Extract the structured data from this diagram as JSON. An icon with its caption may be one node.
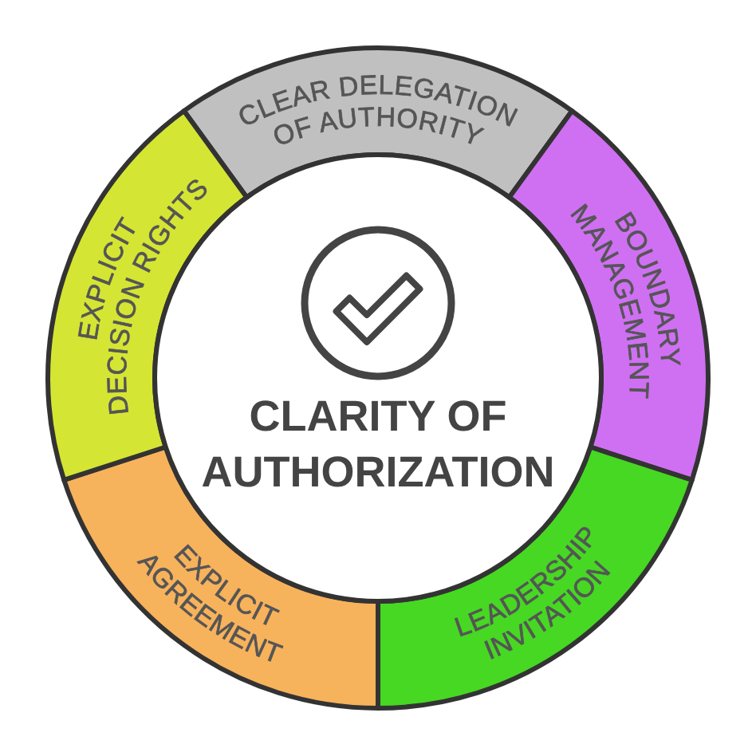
{
  "diagram": {
    "nodes": [
      {
        "text": [
          "CLEAR DELEGATION OF AUTHORITY"
        ]
      },
      {
        "text": [
          "BOUNDARY MANAGEMENT"
        ]
      },
      {
        "text": [
          "LEADERSHIP INVITATION"
        ]
      },
      {
        "text": [
          "EXPLICIT AGREEMENT"
        ]
      },
      {
        "text": [
          "EXPLICIT DECISION RIGHTS"
        ]
      },
      {
        "text": [
          "CLARITY OF AUTHORIZATION"
        ]
      }
    ]
  }
}
